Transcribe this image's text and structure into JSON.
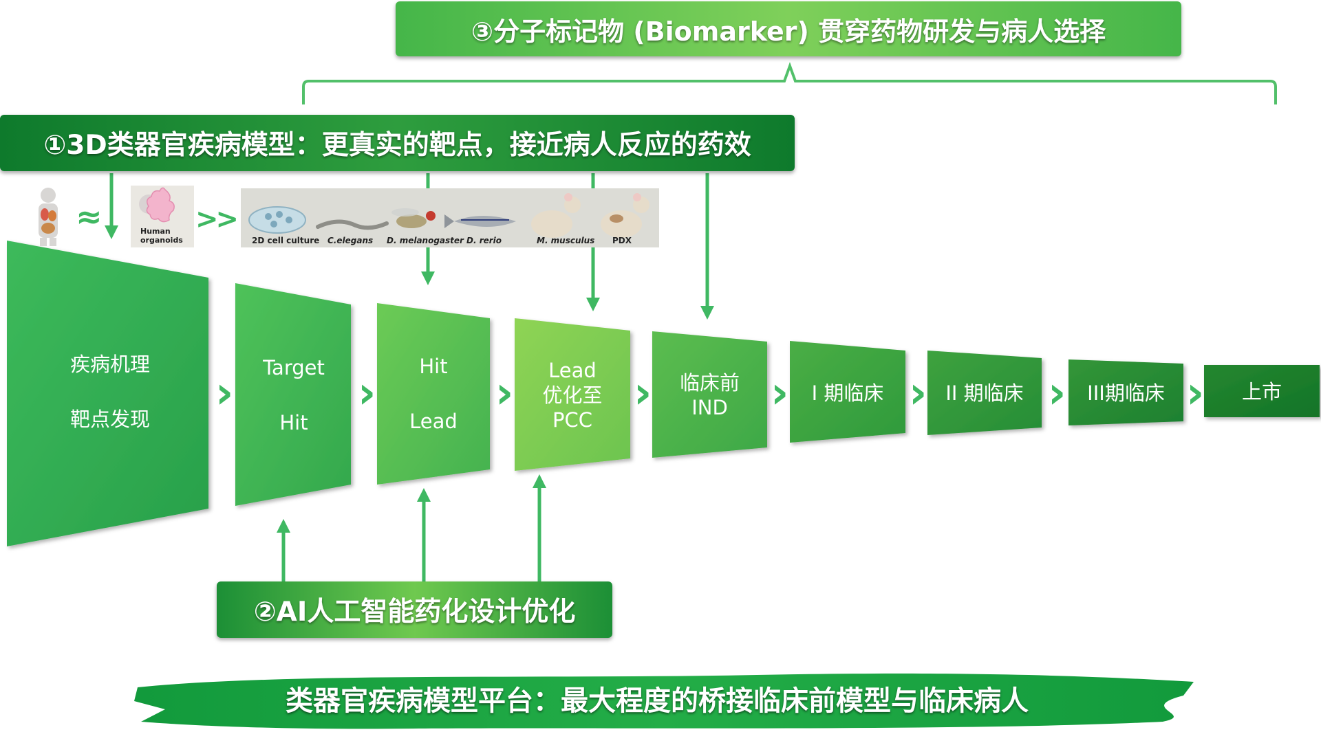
{
  "banners": {
    "biomarker": "③分子标记物 (Biomarker) 贯穿药物研发与病人选择",
    "organoid": "①3D类器官疾病模型：更真实的靶点，接近病人反应的药效",
    "ai": "②AI人工智能药化设计优化"
  },
  "footer": "类器官疾病模型平台：最大程度的桥接临床前模型与临床病人",
  "models": {
    "approx_symbol": "≈",
    "greater_symbol": ">>",
    "human_organoids": "Human organoids",
    "cell_culture": "2D cell culture",
    "c_elegans": "C.elegans",
    "d_melanogaster": "D. melanogaster",
    "d_rerio": "D. rerio",
    "m_musculus": "M. musculus",
    "pdx": "PDX"
  },
  "stages": [
    {
      "line1": "疾病机理",
      "line2": "靶点发现"
    },
    {
      "line1": "Target",
      "line2": "Hit"
    },
    {
      "line1": "Hit",
      "line2": "Lead"
    },
    {
      "line1": "Lead",
      "line2": "优化至",
      "line3": "PCC"
    },
    {
      "line1": "临床前",
      "line2": "IND"
    },
    {
      "line1": "I 期临床"
    },
    {
      "line1": "II 期临床"
    },
    {
      "line1": "III期临床"
    },
    {
      "line1": "上市"
    }
  ],
  "chevron": "›",
  "colors": {
    "dark_green": "#0e7a2c",
    "mid_green": "#2fa84f",
    "light_green": "#7fcf55",
    "arrow_green": "#3fb862"
  }
}
